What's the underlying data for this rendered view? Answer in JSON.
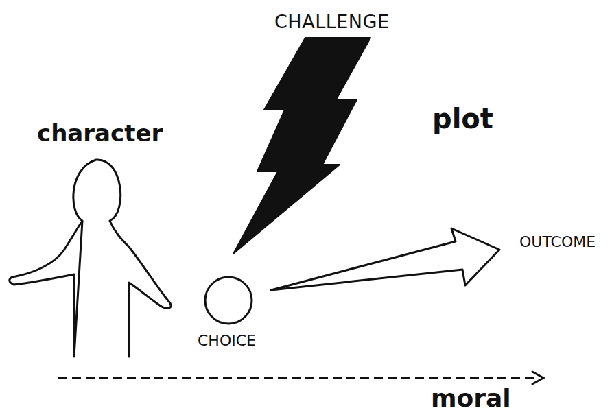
{
  "diagram": {
    "nodes": [
      {
        "text": [
          "CHALLENGE"
        ]
      },
      {
        "text": [
          "character"
        ]
      },
      {
        "text": [
          "CHOICE"
        ]
      }
    ],
    "labels": [
      "plot",
      "OUTCOME",
      "moral"
    ]
  }
}
